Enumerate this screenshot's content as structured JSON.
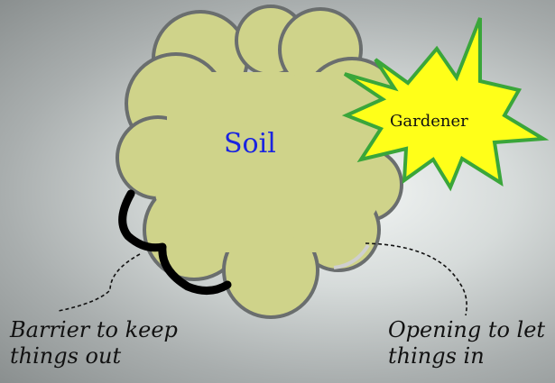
{
  "soil": {
    "label": "Soil"
  },
  "gardener": {
    "label": "Gardener"
  },
  "barrier": {
    "caption": [
      "Barrier to keep",
      "things out"
    ]
  },
  "opening": {
    "caption": [
      "Opening to let",
      "things in"
    ]
  },
  "colors": {
    "soil_fill": "#cfd38a",
    "soil_outline": "#6a6e6e",
    "soil_text": "#1a24e0",
    "star_fill": "#ffff19",
    "star_outline": "#3aa63a",
    "barrier": "#000000"
  }
}
